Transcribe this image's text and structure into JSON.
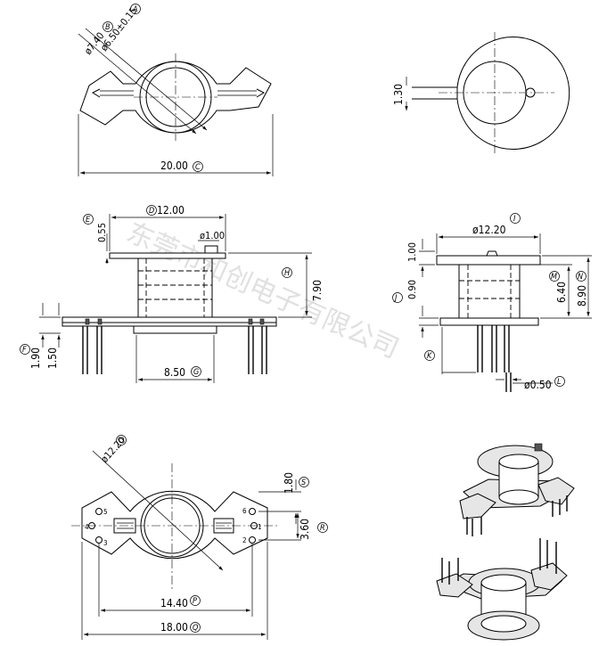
{
  "dimensions": {
    "A": {
      "tag": "A",
      "text": "ø6.50±0.15"
    },
    "B": {
      "tag": "B",
      "text": "ø7.40"
    },
    "C": {
      "tag": "C",
      "text": "20.00"
    },
    "slot": {
      "text": "1.30"
    },
    "D": {
      "tag": "D",
      "text": "12.00"
    },
    "E": {
      "tag": "E",
      "text": "0.55"
    },
    "pin_dia": {
      "text": "ø1.00"
    },
    "H": {
      "tag": "H",
      "text": "7.90"
    },
    "F": {
      "tag": "F",
      "text": "1.90"
    },
    "F2": {
      "text": "1.50"
    },
    "G": {
      "tag": "G",
      "text": "8.50"
    },
    "I": {
      "tag": "I",
      "text": "ø12.20"
    },
    "top_h": {
      "text": "1.00"
    },
    "J": {
      "tag": "J",
      "text": "0.90"
    },
    "M": {
      "tag": "M",
      "text": "6.40"
    },
    "N": {
      "tag": "N",
      "text": "8.90"
    },
    "K": {
      "tag": "K",
      "text": ""
    },
    "L": {
      "tag": "L",
      "text": "ø0.50"
    },
    "O": {
      "tag": "O",
      "text": "ø12.20"
    },
    "S": {
      "tag": "S",
      "text": "1.80"
    },
    "R": {
      "tag": "R",
      "text": "3.60"
    },
    "P": {
      "tag": "P",
      "text": "14.40"
    },
    "Q": {
      "tag": "Q",
      "text": "18.00"
    }
  },
  "pins": [
    "1",
    "2",
    "3",
    "4",
    "5",
    "6"
  ],
  "watermark": "东莞市和创电子有限公司"
}
